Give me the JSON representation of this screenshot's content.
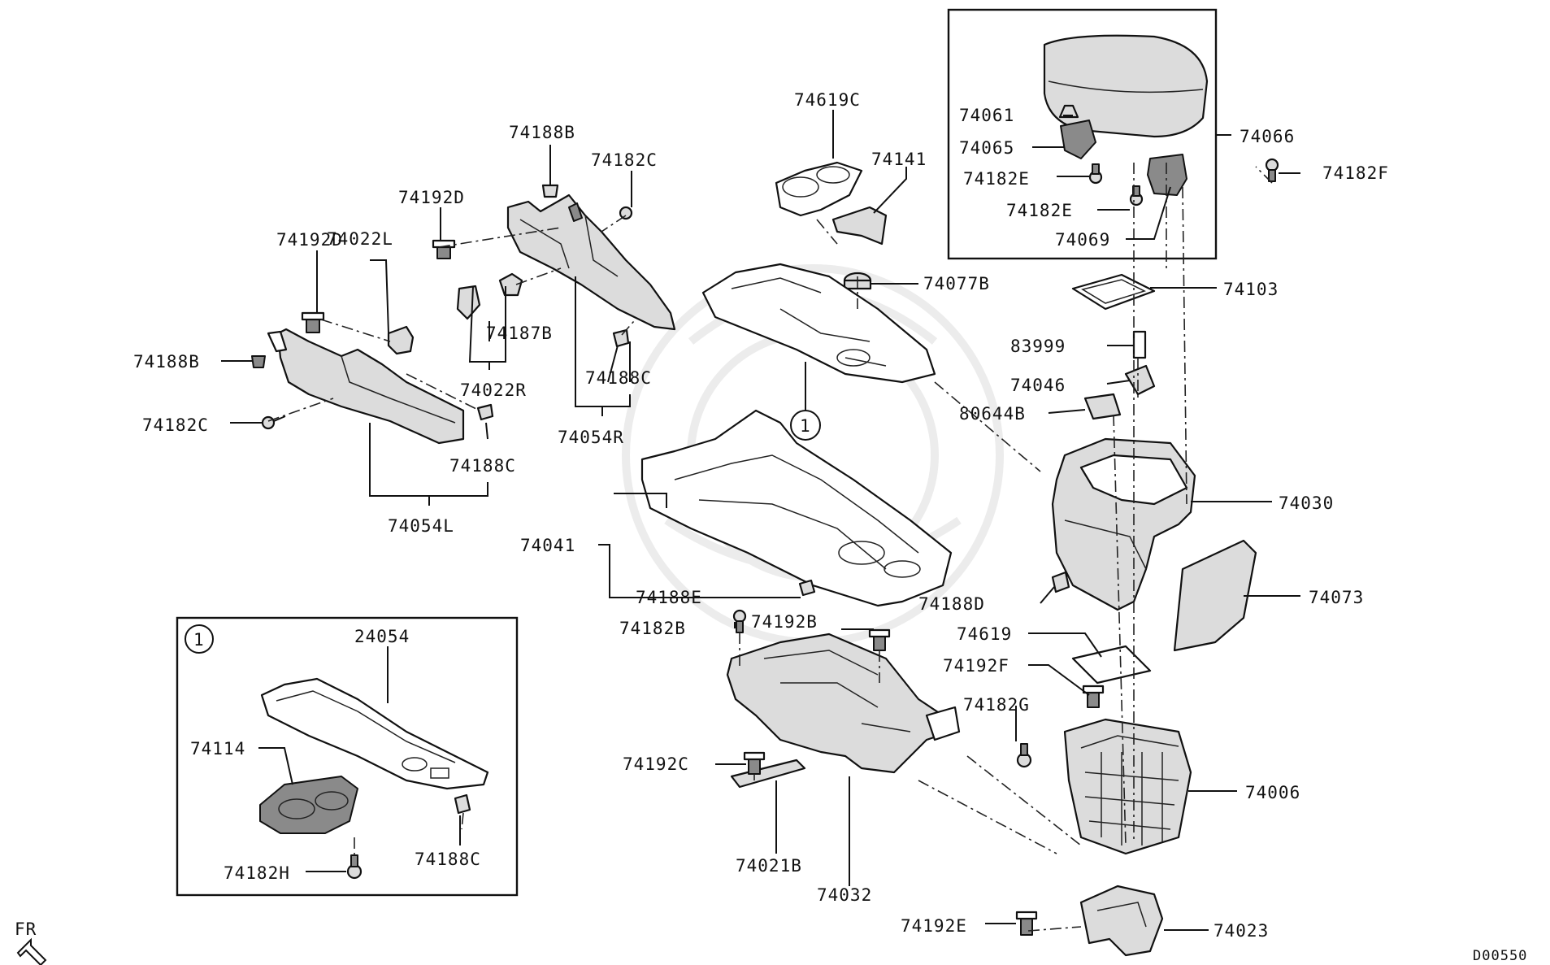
{
  "diagram": {
    "ref_code": "D00550",
    "fr_label": "FR",
    "callout": "1",
    "labels": {
      "p74188B_top": "74188B",
      "p74182C_top": "74182C",
      "p74192D_a": "74192D",
      "p74192D_b": "74192D",
      "p74022L": "74022L",
      "p74188B_left": "74188B",
      "p74187B": "74187B",
      "p74022R": "74022R",
      "p74188C_mid": "74188C",
      "p74182C_left": "74182C",
      "p74054R": "74054R",
      "p74188C_left": "74188C",
      "p74054L": "74054L",
      "p74619C": "74619C",
      "p74141": "74141",
      "p74077B": "74077B",
      "p74041": "74041",
      "p74188E": "74188E",
      "p74182B": "74182B",
      "p74192B": "74192B",
      "p74192C": "74192C",
      "p74021B": "74021B",
      "p74032": "74032",
      "p74061": "74061",
      "p74065": "74065",
      "p74182E_a": "74182E",
      "p74182E_b": "74182E",
      "p74069": "74069",
      "p74066": "74066",
      "p74182F": "74182F",
      "p74103": "74103",
      "p83999": "83999",
      "p74046": "74046",
      "p80644B": "80644B",
      "p74030": "74030",
      "p74188D": "74188D",
      "p74073": "74073",
      "p74619": "74619",
      "p74192F": "74192F",
      "p74182G": "74182G",
      "p74006": "74006",
      "p74192E": "74192E",
      "p74023": "74023",
      "p24054": "24054",
      "p74114": "74114",
      "p74182H": "74182H",
      "p74188C_box": "74188C"
    }
  }
}
